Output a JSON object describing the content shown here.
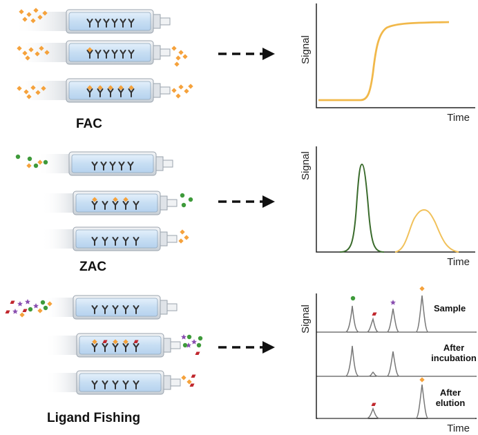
{
  "sections": [
    {
      "title": "FAC",
      "x_label": "Time",
      "y_label": "Signal"
    },
    {
      "title": "ZAC",
      "x_label": "Time",
      "y_label": "Signal"
    },
    {
      "title": "Ligand Fishing",
      "x_label": "Time",
      "y_label": "Signal",
      "trace_labels": [
        "Sample",
        "After incubation",
        "After elution"
      ]
    }
  ],
  "colors": {
    "ligand_orange": "#f5a23c",
    "ligand_green": "#3e9a3a",
    "ligand_purple": "#8a4fb0",
    "ligand_red": "#c0272d",
    "column_fill": "#cfe3f5",
    "fac_curve": "#f1b84a",
    "zac_green_peak": "#3a6b2c",
    "zac_orange_peak": "#f1c15a",
    "trace_gray": "#777777"
  }
}
